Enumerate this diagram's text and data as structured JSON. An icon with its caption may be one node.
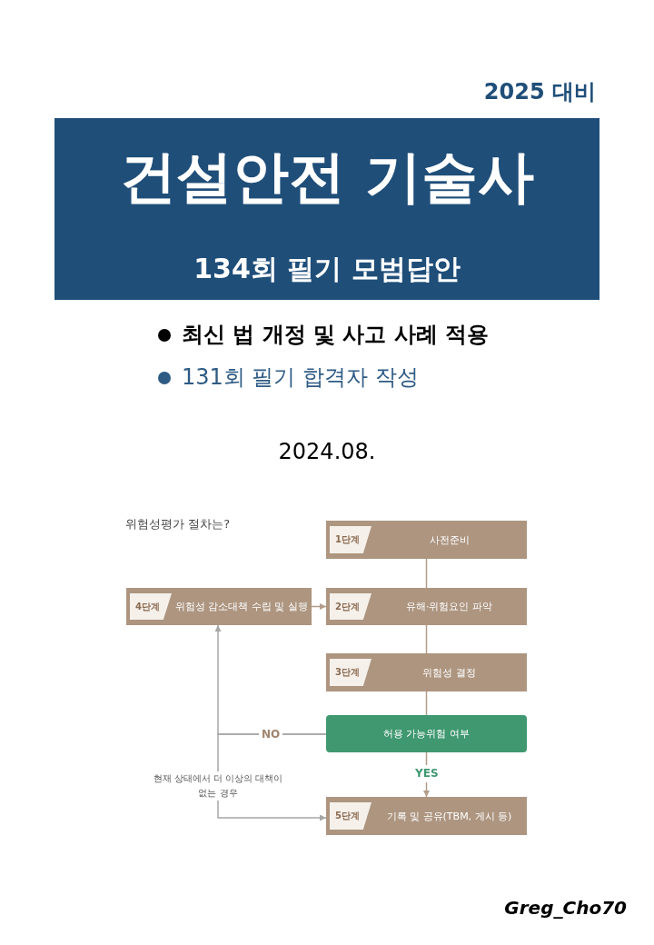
{
  "diagram": {
    "title": "위험성평가 절차는?",
    "nodes": [
      {
        "text": [
          "건설안전 기술사",
          "134회 필기 모범답안"
        ]
      },
      {
        "text": [
          "1단계",
          "사전준비"
        ]
      },
      {
        "text": [
          "4단계",
          "위험성 감소대책 수립 및 실행"
        ]
      },
      {
        "text": [
          "2단계",
          "유해·위험요인 파악"
        ]
      },
      {
        "text": [
          "3단계",
          "위험성 결정"
        ]
      },
      {
        "text": [
          "허용 가능위험 여부"
        ]
      },
      {
        "text": [
          "5단계",
          "기록 및 공유(TBM, 게시 등)"
        ]
      }
    ],
    "edges": [
      {
        "from": 1,
        "to": 3,
        "arrow": "none"
      },
      {
        "from": 3,
        "to": 4,
        "arrow": "none"
      },
      {
        "from": 4,
        "to": 5,
        "arrow": "none"
      },
      {
        "from": 5,
        "to": 6,
        "arrow": "to",
        "label": "YES"
      },
      {
        "from": 2,
        "to": 3,
        "arrow": "to"
      },
      {
        "from": 5,
        "to": 2,
        "arrow": "to",
        "label": "NO",
        "color": "#a6a6a6"
      },
      {
        "from": 5,
        "to": 6,
        "arrow": "to",
        "label": "현재 상태에서 더 이상의 대책이 없는 경우",
        "color": "#a6a6a6"
      }
    ],
    "labels": [
      "2025 대비",
      "최신 법 개정 및 사고 사례 적용",
      "131회 필기 합격자 작성",
      "2024.08.",
      "Greg_Cho70"
    ]
  }
}
